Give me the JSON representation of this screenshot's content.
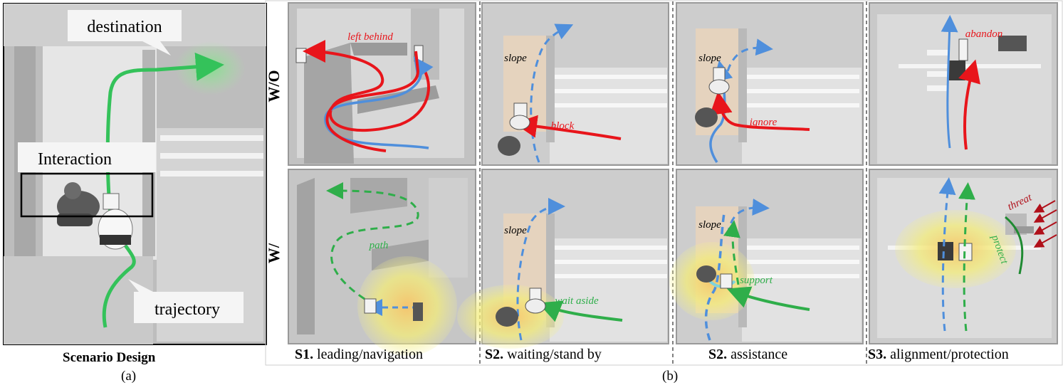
{
  "panel_a": {
    "labels": {
      "destination": "destination",
      "interaction": "Interaction",
      "trajectory": "trajectory"
    },
    "title": "Scenario Design",
    "sublabel": "(a)"
  },
  "panel_b": {
    "row_labels": {
      "without": "W/O",
      "with": "W/"
    },
    "sublabel": "(b)",
    "cells": {
      "c1_top": {
        "left_behind": "left behind"
      },
      "c2_top": {
        "slope": "slope",
        "block": "block"
      },
      "c3_top": {
        "slope": "slope",
        "ignore": "ignore"
      },
      "c4_top": {
        "abandon": "abandon"
      },
      "c1_bot": {
        "path": "path"
      },
      "c2_bot": {
        "slope": "slope",
        "wait_aside": "wait aside"
      },
      "c3_bot": {
        "slope": "slope",
        "support": "support"
      },
      "c4_bot": {
        "threat": "threat",
        "protect": "protect"
      }
    },
    "captions": [
      {
        "id": "S1.",
        "text": " leading/navigation"
      },
      {
        "id": "S2.",
        "text": " waiting/stand by"
      },
      {
        "id": "S2.",
        "text": " assistance"
      },
      {
        "id": "S3.",
        "text": " alignment/protection"
      }
    ]
  },
  "colors": {
    "red": "#e8151b",
    "blue": "#4f8fdc",
    "green": "#2fae4a",
    "dark_red": "#b0101a"
  }
}
